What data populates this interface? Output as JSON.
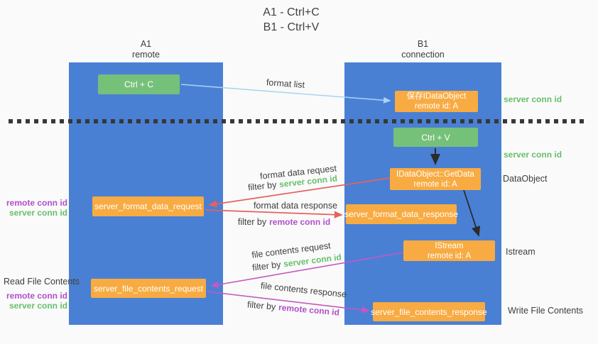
{
  "title": {
    "line1": "A1 - Ctrl+C",
    "line2": "B1 - Ctrl+V"
  },
  "columns": {
    "left": {
      "name": "A1",
      "role": "remote"
    },
    "right": {
      "name": "B1",
      "role": "connection"
    }
  },
  "nodes": {
    "ctrl_c": "Ctrl + C",
    "ctrl_v": "Ctrl + V",
    "save_dataobject": {
      "line1": "保存IDataObject",
      "line2": "remote id: A"
    },
    "getdata": {
      "line1": "IDataObject::GetData",
      "line2": "remote id: A"
    },
    "istream": {
      "line1": "IStream",
      "line2": "remote id: A"
    },
    "format_request": "server_format_data_request",
    "format_response": "server_format_data_response",
    "file_request": "server_file_contents_request",
    "file_response": "server_file_contents_response"
  },
  "arrow_labels": {
    "format_list": "format list",
    "format_data_request": "format data request",
    "format_data_response": "format data response",
    "file_contents_request": "file contents request",
    "file_contents_response": "file contents response",
    "filter_by": "filter by",
    "server_conn_id": "server conn id",
    "remote_conn_id": "remote conn id"
  },
  "side_labels": {
    "server_conn_id": "server conn id",
    "remote_conn_id": "remote conn id",
    "dataobject": "DataObject",
    "istream": "Istream",
    "read_file_contents": "Read File Contents",
    "write_file_contents": "Write File Contents"
  },
  "colors": {
    "column_blue": "#4a80d4",
    "box_orange": "#f8ab42",
    "box_green": "#76c17a",
    "arrow_red": "#e7615e",
    "arrow_magenta": "#c558c0",
    "arrow_lightblue": "#a9d4ef",
    "arrow_black": "#2b2b2b",
    "text_green": "#68bf6b",
    "text_purple": "#b14fc9",
    "text_dark": "#3d3d3d"
  }
}
